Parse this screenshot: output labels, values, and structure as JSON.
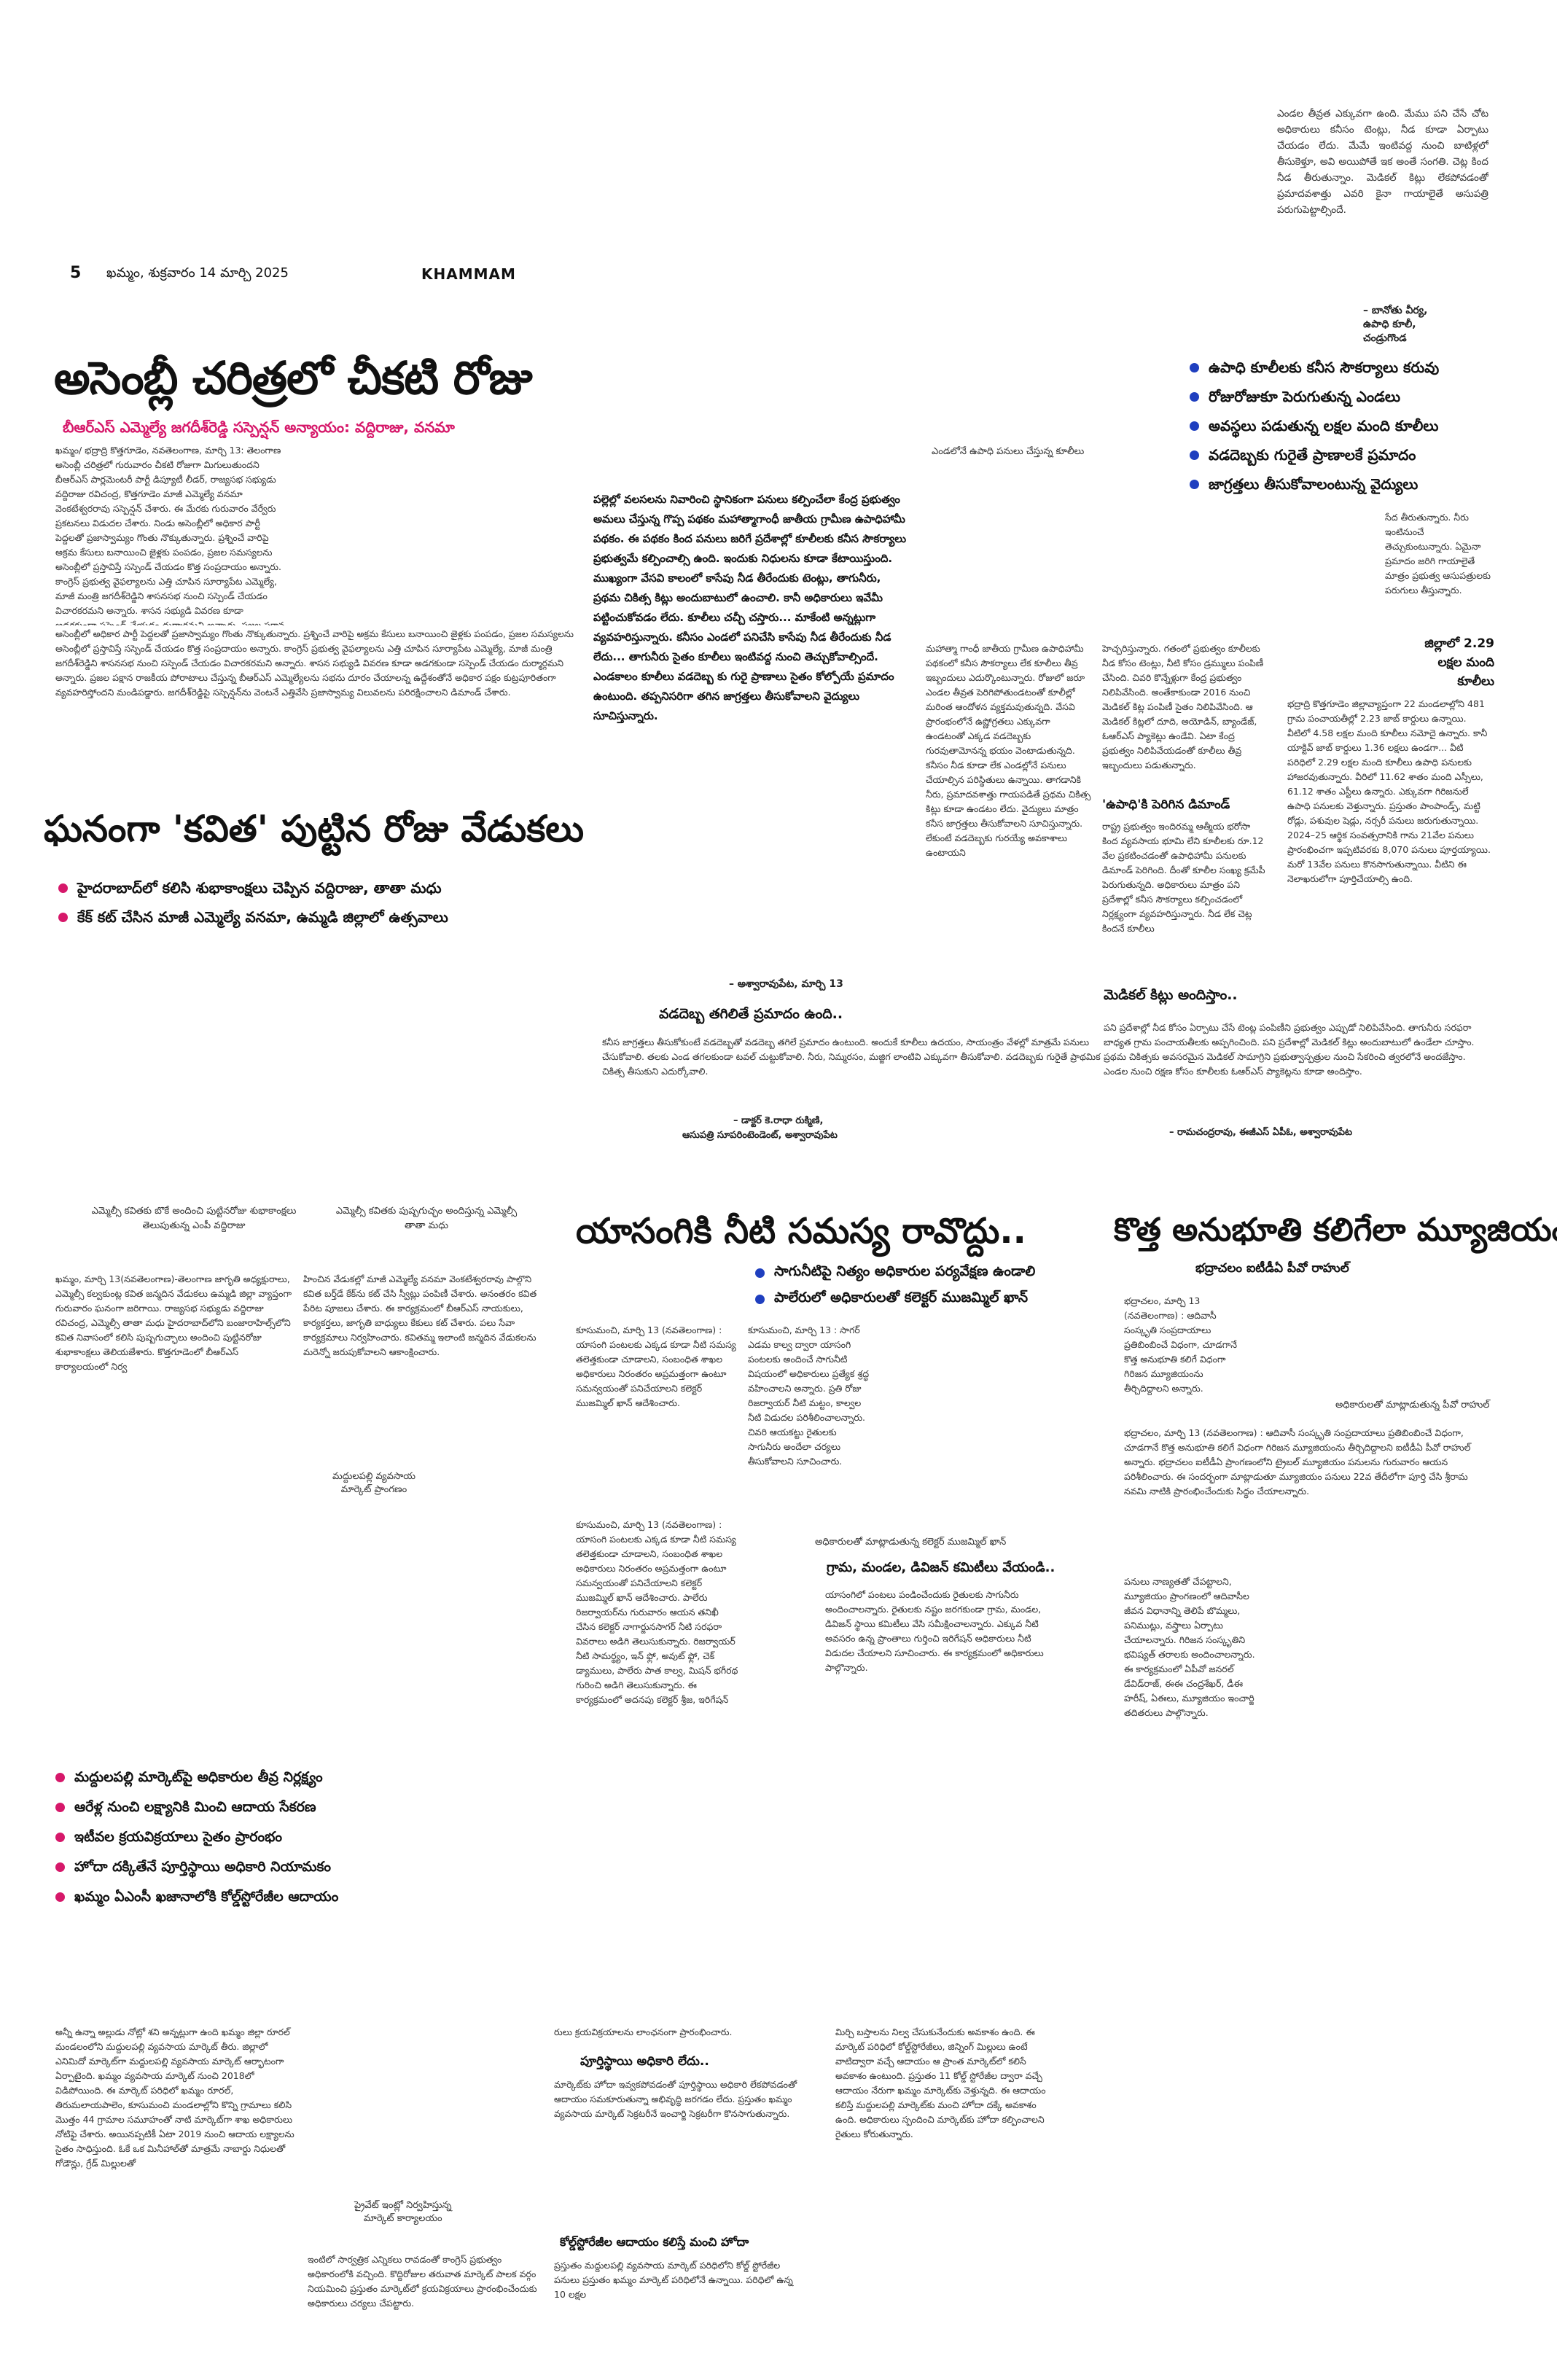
{
  "masthead": {
    "page_no": "5",
    "date": "ఖమ్మం, శుక్రవారం 14 మార్చి 2025",
    "edition": "KHAMMAM"
  },
  "topright": {
    "text": "ఎండల తీవ్రత ఎక్కువగా ఉంది. మేము పని చేసే చోట అధికారులు కనీసం టెంట్లు, నీడ కూడా ఏర్పాటు చేయడం లేదు. మేమే ఇంటివద్ద నుంచి బాటిళ్లలో తీసుకెళ్తూ, అవి అయిపోతే ఇక అంతే సంగతి. చెట్ల కింద నీడ తీరుతున్నాం. మెడికల్ కిట్లు లేకపోవడంతో ప్రమాదవశాత్తు ఎవరి కైనా గాయాలైతే అసుపత్రి పరుగుపెట్టాల్సిందే.",
    "sig1": "– బానోతు వీర్య,",
    "sig2": "ఉపాధి కూలీ,",
    "sig3": "చండ్రుగొండ"
  },
  "lead": {
    "headline": "అసెంబ్లీ చరిత్రలో చీకటి రోజు",
    "subhead": "బీఆర్ఎస్ ఎమ్మెల్యే జగదీశ్‌రెడ్డి సస్పెన్షన్ అన్యాయం: వద్దిరాజు, వనమా",
    "body": "ఖమ్మం/ భద్రాద్రి కొత్తగూడెం, నవతెలంగాణ, మార్చి 13: తెలంగాణ అసెంబ్లీ చరిత్రలో గురువారం చీకటి రోజుగా మిగులుతుందని బీఆర్ఎస్ పార్లమెంటరీ పార్టీ డిప్యూటీ లీడర్, రాజ్యసభ సభ్యుడు వద్దిరాజు రవిచంద్ర, కొత్తగూడెం మాజీ ఎమ్మెల్యే వనమా వెంకటేశ్వరరావు సస్పెన్షన్ చేశారు. ఈ మేరకు గురువారం వేర్వేరు ప్రకటనలు విడుదల చేశారు. నిండు అసెంబ్లీలో అధికార పార్టీ పెద్దలతో ప్రజాస్వామ్యం గొంతు నొక్కుతున్నారు. ప్రశ్నించే వారిపై అక్రమ కేసులు బనాయించి జైళ్లకు పంపడం, ప్రజల సమస్యలను అసెంబ్లీలో ప్రస్తావిస్తే సస్పెండ్ చేయడం కొత్త సంప్రదాయం అన్నారు. కాంగ్రెస్ ప్రభుత్వ వైఫల్యాలను ఎత్తి చూపిన సూర్యాపేట ఎమ్మెల్యే, మాజీ మంత్రి జగదీశ్‌రెడ్డిని శాసనసభ నుంచి సస్పెండ్ చేయడం విచారకరమని అన్నారు. శాసన సభ్యుడి వివరణ కూడా అడగకుండా సస్పెండ్ చేయడం దుర్మార్గమని అన్నారు. ప్రజల పక్షాన రాజకీయ పోరాటాలు చేస్తున్న బీఆర్ఎస్ ఎమ్మెల్యేలను సభను దూరం చేయాలన్న ఉద్దేశంతోనే అధికార పక్షం కుట్రపూరితంగా వ్యవహరిస్తోందని మండిపడ్డారు. జగదీశ్‌రెడ్డిపై సస్పెన్షన్‌ను వెంటనే ఎత్తివేసి ప్రజాస్వామ్య విలువలను పరిరక్షించాల్సిందిగా శాసనసభాపతి ప్రసాద్‌కుమార్‌ను డిమాండ్ చేశారు."
  },
  "kavitha": {
    "headline": "ఘనంగా 'కవిత' పుట్టిన రోజు వేడుకలు",
    "bullets": [
      "హైదరాబాద్‌లో కలిసి శుభాకాంక్షలు చెప్పిన వద్దిరాజు, తాతా మధు",
      "కేక్ కట్ చేసిన మాజీ ఎమ్మెల్యే వనమా, ఉమ్మడి జిల్లాలో ఉత్సవాలు"
    ],
    "caption_left": "ఎమ్మెల్సీ కవితకు బొకే అందించి పుట్టినరోజు శుభాకాంక్షలు తెలుపుతున్న ఎంపీ వద్దిరాజు",
    "caption_right": "ఎమ్మెల్సీ కవితకు పుష్పగుచ్ఛం అందిస్తున్న ఎమ్మెల్సీ తాతా మధు",
    "body_left": "ఖమ్మం, మార్చి 13(నవతెలంగాణ)-తెలంగాణ జాగృతి అధ్యక్షురాలు, ఎమ్మెల్సీ కల్వకుంట్ల కవిత జన్మదిన వేడుకలు ఉమ్మడి జిల్లా వ్యాప్తంగా గురువారం ఘనంగా జరిగాయి. రాజ్యసభ సభ్యుడు వద్దిరాజు రవిచంద్ర, ఎమ్మెల్సీ తాతా మధు హైదరాబాద్‌లోని బంజారాహిల్స్‌లోని కవిత నివాసంలో కలిసి పుష్పగుచ్ఛాలు అందించి పుట్టినరోజు శుభాకాంక్షలు తెలియజేశారు. కొత్తగూడెంలో బీఆర్ఎస్ కార్యాలయంలో నిర్వ",
    "body_right": "హించిన వేడుకల్లో మాజీ ఎమ్మెల్యే వనమా వెంకటేశ్వరరావు పాల్గొని కవిత బర్త్‌డే కేక్‌ను కట్ చేసి స్వీట్లు పంపిణీ చేశారు. అనంతరం కవిత పేరిట పూజలు చేశారు. ఈ కార్యక్రమంలో బీఆర్ఎస్ నాయకులు, కార్యకర్తలు, జాగృతి బాధ్యులు కేకులు కట్ చేశారు. పలు సేవా కార్యక్రమాలు నిర్వహించారు. కవితమ్మ ఇలాంటి జన్మదిన వేడుకలను మరెన్నో జరుపుకోవాలని ఆకాంక్షించారు."
  },
  "upadhi": {
    "intro_bold": "పల్లెల్లో వలసలను నివారించి స్థానికంగా పనులు కల్పించేలా కేంద్ర ప్రభుత్వం అమలు చేస్తున్న గొప్ప పథకం మహాత్మాగాంధీ జాతీయ గ్రామీణ ఉపాధిహామీ పథకం. ఈ పథకం కింద పనులు జరిగే ప్రదేశాల్లో కూలీలకు కనీస సౌకర్యాలు ప్రభుత్వమే కల్పించాల్సి ఉంది. ఇందుకు నిధులను కూడా కేటాయిస్తుంది. ముఖ్యంగా వేసవి కాలంలో కాసేపు నీడ తీరేందుకు టెంట్లు, తాగునీరు, ప్రథమ చికిత్స కిట్లు అందుబాటులో ఉంచాలి. కానీ అధికారులు ఇవేమీ పట్టించుకోవడం లేదు. కూలీలు చచ్చీ చస్తారు... మాకేంటి అన్నట్లుగా వ్యవహరిస్తున్నారు. కనీసం ఎండలో పనిచేసి కాసేపు నీడ తీరేందుకు నీడ లేదు... తాగునీరు సైతం కూలీలు ఇంటివద్ద నుంచి తెచ్చుకోవాల్సిందే. ఎండకాలం కూలీలు వడదెబ్బ కు గురై ప్రాణాలు సైతం కోల్పోయే ప్రమాదం ఉంటుంది. తప్పనిసరిగా తగిన జాగ్రత్తలు తీసుకోవాలని వైద్యులు సూచిస్తున్నారు.",
    "dateline": "– అశ్వారావుపేట, మార్చి 13",
    "photo_caption": "ఎండలోనే ఉపాధి పనులు చేస్తున్న కూలీలు",
    "bullets": [
      "ఉపాధి కూలీలకు కనీస సౌకర్యాలు కరువు",
      "రోజురోజుకూ పెరుగుతున్న ఎండలు",
      "అవస్థలు పడుతున్న లక్షల మంది కూలీలు",
      "వడదెబ్బకు గురైతే ప్రాణాలకే ప్రమాదం",
      "జాగ్రత్తలు తీసుకోవాలంటున్న వైద్యులు"
    ],
    "col1": "మహాత్మా గాంధీ జాతీయ గ్రామీణ ఉపాధిహామీ పథకంలో కనీస సౌకర్యాలు లేక కూలీలు తీవ్ర ఇబ్బందులు ఎదుర్కొంటున్నారు. రోజులో జరూ ఎండల తీవ్రత పెరిగిపోతుండటంతో కూలీల్లో మరింత ఆందోళన వ్యక్తమవుతున్నది. వేసవి ప్రారంభంలోనే ఉష్ణోగ్రతలు ఎక్కువగా ఉండటంతో ఎక్కడ వడదెబ్బకు గురవుతామోనన్న భయం వెంటాడుతున్నది. కనీసం నీడ కూడా లేక ఎండల్లోనే పనులు చేయాల్సిన పరిస్థితులు ఉన్నాయి. తాగడానికి నీరు, ప్రమాదవశాత్తు గాయపడితే ప్రథమ చికిత్స కిట్లు కూడా ఉండటం లేదు. వైద్యులు మాత్రం కనీస జాగ్రత్తలు తీసుకోవాలని సూచిస్తున్నారు. లేకుంటే వడదెబ్బకు గురయ్యే అవకాశాలు ఉంటాయని",
    "col2": "హెచ్చరిస్తున్నారు. గతంలో ప్రభుత్వం కూలీలకు నీడ కోసం టెంట్లు, నీటి కోసం డ్రమ్ములు పంపిణీ చేసింది. చివరి కొన్నేళ్లుగా కేంద్ర ప్రభుత్వం నిలిపివేసింది. అంతేకాకుండా 2016 నుంచి మెడికల్ కిట్ల పంపిణీ సైతం నిలిపివేసింది. ఆ మెడికల్ కిట్లలో దూది, అయోడిన్, బ్యాండేజ్, ఓఆర్ఎస్ ప్యాకెట్లు ఉండేవి. ఏటా కేంద్ర ప్రభుత్వం నిలిపివేయడంతో కూలీలు తీవ్ర ఇబ్బందులు పడుతున్నారు.",
    "sub1": "'ఉపాధి'కి పెరిగిన డిమాండ్",
    "col2b": "రాష్ట్ర ప్రభుత్వం ఇందిరమ్మ ఆత్మీయ భరోసా కింద వ్యవసాయ భూమి లేని కూలీలకు రూ.12 వేల ప్రకటించడంతో ఉపాధిహామీ పనులకు డిమాండ్ పెరిగింది. దీంతో కూలీల సంఖ్య క్రమేపీ పెరుగుతున్నది. అధికారులు మాత్రం పని ప్రదేశాల్లో కనీస సౌకర్యాలు కల్పించడంలో నిర్లక్ష్యంగా వ్యవహరిస్తున్నారు. నీడ లేక చెట్ల కిందనే కూలీలు",
    "right_small": "సేద తీరుతున్నారు. నీరు ఇంటినుంచే తెచ్చుకుంటున్నారు. ఏమైనా ప్రమాదం జరిగి గాయాలైతే మాత్రం ప్రభుత్వ ఆసుపత్రులకు పరుగులు తీస్తున్నారు.",
    "stat_bold": "జిల్లాలో 2.29 లక్షల మంది కూలీలు",
    "right_col": "భద్రాద్రి కొత్తగూడెం జిల్లావ్యాప్తంగా 22 మండలాల్లోని 481 గ్రామ పంచాయతీల్లో 2.23 జాబ్ కార్డులు ఉన్నాయి. వీటిలో 4.58 లక్షల మంది కూలీలు నమోదై ఉన్నారు. కానీ యాక్టివ్ జాబ్ కార్డులు 1.36 లక్షలు ఉండగా... వీటి పరిధిలో 2.29 లక్షల మంది కూలీలు ఉపాధి పనులకు హాజరవుతున్నారు. వీరిలో 11.62 శాతం మంది ఎస్సీలు, 61.12 శాతం ఎస్టీలు ఉన్నారు. ఎక్కువగా గిరిజనులే ఉపాధి పనులకు వెళ్తున్నారు. ప్రస్తుతం పాంపాండ్స్, మట్టి రోడ్లు, పశువుల షెడ్లు, నర్సరీ పనులు జరుగుతున్నాయి. 2024–25 ఆర్థిక సంవత్సరానికి గాను 21వేల పనులు ప్రారంభించగా ఇప్పటివరకు 8,070 పనులు పూర్తయ్యాయి. మరో 13వేల పనులు కొనసాగుతున్నాయి. వీటిని ఈ నెలాఖరులోగా పూర్తిచేయాల్సి ఉంది.",
    "vadadebba_head": "వడదెబ్బ తగిలితే ప్రమాదం ఉంది..",
    "vadadebba": "కనీస జాగ్రత్తలు తీసుకోకుంటే వడదెబ్బతో వడదెబ్బ తగిలే ప్రమాదం ఉంటుంది. అందుకే కూలీలు ఉదయం, సాయంత్రం వేళల్లో మాత్రమే పనులు చేసుకోవాలి. తలకు ఎండ తగలకుండా టవల్ చుట్టుకోవాలి. నీరు, నిమ్మరసం, మజ్జిగ లాంటివి ఎక్కువగా తీసుకోవాలి. వడదెబ్బకు గురైతే ప్రాథమిక చికిత్స తీసుకుని ఎదుర్కోవాలి.",
    "vadadebba_sig1": "– డాక్టర్ కె.రాధా రుక్మిణి,",
    "vadadebba_sig2": "ఆసుపత్రి సూపరింటెండెంట్, అశ్వారావుపేట",
    "medikal_head": "మెడికల్ కిట్లు అందిస్తాం..",
    "medikal": "పని ప్రదేశాల్లో నీడ కోసం ఏర్పాటు చేసే టెంట్ల పంపిణీని ప్రభుత్వం ఎప్పుడో నిలిపివేసింది. తాగునీరు సరఫరా బాధ్యత గ్రామ పంచాయతీలకు అప్పగించింది. పని ప్రదేశాల్లో మెడికల్ కిట్లు అందుబాటులో ఉండేలా చూస్తాం. ప్రథమ చికిత్సకు అవసరమైన మెడికల్ సామాగ్రిని ప్రభుత్వాస్పత్రుల నుంచి సేకరించి త్వరలోనే అందజేస్తాం. ఎండల నుంచి రక్షణ కోసం కూలీలకు ఓఆర్ఎస్ ప్యాకెట్లను కూడా అందిస్తాం.",
    "medikal_sig": "– రామచంద్రరావు, ఈజీఎస్ ఏపీఓ, అశ్వారావుపేట"
  },
  "yasangi": {
    "headline": "యాసంగికి నీటి సమస్య రావొద్దు..",
    "bullets": [
      "సాగునీటిపై నిత్యం అధికారుల పర్యవేక్షణ ఉండాలి",
      "పాలేరులో అధికారులతో కలెక్టర్ ముజమ్మిల్ ఖాన్"
    ],
    "body": "కూసుమంచి, మార్చి 13 (నవతెలంగాణ) : యాసంగి పంటలకు ఎక్కడ కూడా నీటి సమస్య తలెత్తకుండా చూడాలని, సంబంధిత శాఖల అధికారులు నిరంతరం అప్రమత్తంగా ఉంటూ సమన్వయంతో పనిచేయాలని కలెక్టర్ ముజమ్మిల్ ఖాన్ ఆదేశించారు. పాలేరు రిజర్వాయర్‌ను గురువారం ఆయన తనిఖీ చేసిన కలెక్టర్ నాగార్జునసాగర్ నీటి సరఫరా వివరాలు అడిగి తెలుసుకున్నారు. రిజర్వాయర్ నీటి సామర్థ్యం, ఇన్ ఫ్లో, అవుట్ ఫ్లో, చెక్ డ్యాములు, పాలేరు పాత కాల్వ, మిషన్ భగీరథ గురించి అడిగి తెలుసుకున్నారు. ఈ కార్యక్రమంలో అదనపు కలెక్టర్ శ్రీజ, ఇరిగేషన్ ఎస్ఈ, తహసిల్దార్, ఎంపీడీవో, ఎంపీవో, ఏఈలు పాల్గొన్నారు.",
    "body2": "కూసుమంచి, మార్చి 13 : సాగర్ ఎడమ కాల్వ ద్వారా యాసంగి పంటలకు అందించే సాగునీటి విషయంలో అధికారులు ప్రత్యేక శ్రద్ధ వహించాలని అన్నారు. ప్రతి రోజు రిజర్వాయర్ నీటి మట్టం, కాల్వల నీటి విడుదల పరిశీలించాలన్నారు. చివరి ఆయకట్టు రైతులకు సాగునీరు అందేలా చర్యలు తీసుకోవాలని సూచించారు.",
    "photo_caption": "అధికారులతో మాట్లాడుతున్న కలెక్టర్ ముజమ్మిల్ ఖాన్",
    "sub": "గ్రామ, మండల, డివిజన్ కమిటీలు వేయండి..",
    "body3": "యాసంగిలో పంటలు పండించేందుకు రైతులకు సాగునీరు అందించాలన్నారు. రైతులకు నష్టం జరగకుండా గ్రామ, మండల, డివిజన్ స్థాయి కమిటీలు వేసి సమీక్షించాలన్నారు. ఎక్కువ నీటి అవసరం ఉన్న ప్రాంతాలు గుర్తించి ఇరిగేషన్ అధికారులు నీటి విడుదల చేయాలని సూచించారు. ఈ కార్యక్రమంలో అధికారులు పాల్గొన్నారు."
  },
  "museum": {
    "headline": "కొత్త అనుభూతి కలిగేలా మ్యూజియం",
    "sub": "భద్రాచలం ఐటీడీఏ పీవో రాహుల్",
    "body": "భద్రాచలం, మార్చి 13 (నవతెలంగాణ) : ఆదివాసీ సంస్కృతి సంప్రదాయాలు ప్రతిబింబించే విధంగా, చూడగానే కొత్త అనుభూతి కలిగే విధంగా గిరిజన మ్యూజియంను తీర్చిదిద్దాలని ఐటీడీఏ పీవో రాహుల్ అన్నారు. భద్రాచలం ఐటీడీఏ ప్రాంగణంలోని ట్రైబల్ మ్యూజియం పనులను గురువారం ఆయన పరిశీలించారు. ఈ సందర్భంగా మాట్లాడుతూ మ్యూజియం పనులు 22వ తేదీలోగా పూర్తి చేసి శ్రీరామ నవమి నాటికి ప్రారంభించేందుకు సిద్ధం చేయాలన్నారు.",
    "photo_caption": "అధికారులతో మాట్లాడుతున్న పీవో రాహుల్"
  },
  "market": {
    "caption_top1": "మద్దులపల్లి వ్యవసాయ",
    "caption_top2": "మార్కెట్ ప్రాంగణం",
    "bullets": [
      "మద్దులపల్లి మార్కెట్‌పై అధికారుల తీవ్ర నిర్లక్ష్యం",
      "ఆరేళ్ల నుంచి లక్ష్యానికి మించి ఆదాయ సేకరణ",
      "ఇటీవల క్రయవిక్రయాలు సైతం ప్రారంభం",
      "హోదా దక్కితేనే పూర్తిస్థాయి అధికారి నియామకం",
      "ఖమ్మం ఏఎంసీ ఖజానాలోకి కోల్డ్‌స్టోరేజీల ఆదాయం"
    ],
    "caption_bottom1": "ప్రైవేట్ ఇంట్లో నిర్వహిస్తున్న",
    "caption_bottom2": "మార్కెట్ కార్యాలయం",
    "col1": "అన్నీ ఉన్నా అల్లుడు నోట్లో శని అన్నట్లుగా ఉంది ఖమ్మం జిల్లా రూరల్ మండలంలోని మద్దులపల్లి వ్యవసాయ మార్కెట్ తీరు. జిల్లాలో ఎనిమిదో మార్కెట్‌గా మద్దులపల్లి వ్యవసాయ మార్కెట్ ఆర్భాటంగా ఏర్పాటైంది. ఖమ్మం వ్యవసాయ మార్కెట్ నుంచి 2018లో విడిపోయింది. ఈ మార్కెట్ పరిధిలో ఖమ్మం రూరల్, తిరుమలాయపాలెం, కూసుమంచి మండలాల్లోని కొన్ని గ్రామాలు కలిసి మొత్తం 44 గ్రామాల సమూహంతో నాటి మార్కెట్‌గా శాఖ అధికారులు నోటిఫై చేశారు. అయినప్పటికీ ఏటా 2019 నుంచి ఆదాయ లక్ష్యాలను సైతం సాధిస్తుంది. ఓకే ఒక మినీహాల్‌తో మాత్రమే నాబార్డు నిధులతో గోడౌన్లు, గ్రేడ్ మిల్లులతో",
    "col2_pre": "రులు క్రయవిక్రయాలను లాంఛనంగా ప్రారంభించారు.",
    "col2_head": "పూర్తిస్థాయి అధికారి లేదు..",
    "col2": "మార్కెట్‌కు హోదా ఇవ్వకపోవడంతో పూర్తిస్థాయి అధికారి లేకపోవడంతో ఆదాయం సమకూరుతున్నా అభివృద్ధి జరగడం లేదు. ప్రస్తుతం ఖమ్మం వ్యవసాయ మార్కెట్ సెక్రటరీనే ఇంచార్జి సెక్రటరీగా కొనసాగుతున్నారు.",
    "col2_head2": "కోల్డ్‌స్టోరేజీల ఆదాయం కలిస్తే మంచి హోదా",
    "col2b": "ప్రస్తుతం మద్దులపల్లి వ్యవసాయ మార్కెట్ పరిధిలోని కోల్డ్ స్టోరేజీల పనులు ప్రస్తుతం ఖమ్మం మార్కెట్ పరిధిలోనే ఉన్నాయి. పరిధిలో ఉన్న 10 లక్షల",
    "col3": "మిర్చి బస్తాలను నిల్వ చేసుకునేందుకు అవకాశం ఉంది. ఈ మార్కెట్ పరిధిలో కోల్డ్‌స్టోరేజీలు, జిన్నింగ్ మిల్లులు ఉంటే వాటిద్వారా వచ్చే ఆదాయం ఆ ప్రాంత మార్కెట్‌లో కలిసే అవకాశం ఉంటుంది. ప్రస్తుతం 11 కోల్డ్ స్టోరేజీల ద్వారా వచ్చే ఆదాయం నేరుగా ఖమ్మం మార్కెట్‌కు వెళ్తున్నది. ఈ ఆదాయం కలిస్తే మద్దులపల్లి మార్కెట్‌కు మంచి హోదా దక్కే అవకాశం ఉంది. అధికారులు స్పందించి మార్కెట్‌కు హోదా కల్పించాలని రైతులు కోరుతున్నారు."
  }
}
